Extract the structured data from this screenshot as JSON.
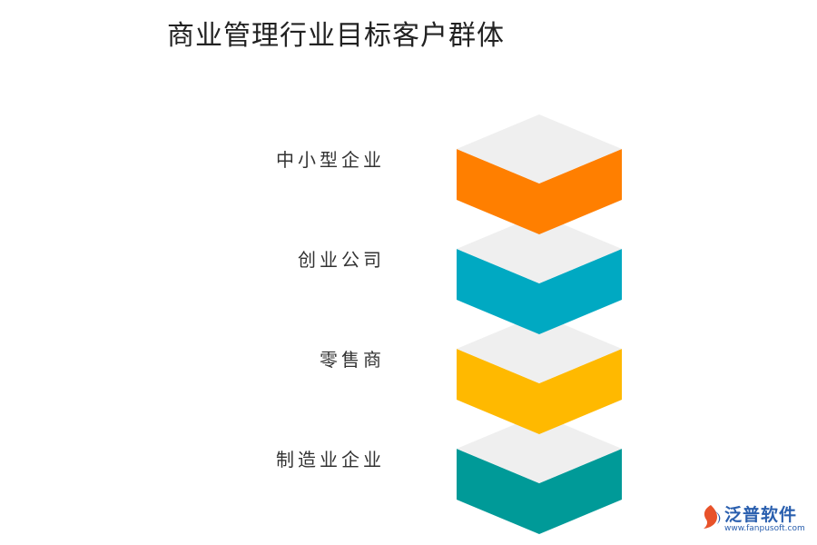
{
  "title": "商业管理行业目标客户群体",
  "items": [
    {
      "label": "中小型企业",
      "color": "#FF7F00"
    },
    {
      "label": "创业公司",
      "color": "#00A9C2"
    },
    {
      "label": "零售商",
      "color": "#FFB900"
    },
    {
      "label": "制造业企业",
      "color": "#009A98"
    }
  ],
  "top_face_color": "#EFEFEF",
  "logo": {
    "name": "泛普软件",
    "url": "www.fanpusoft.com",
    "icon": "fanpu-logo-icon"
  }
}
